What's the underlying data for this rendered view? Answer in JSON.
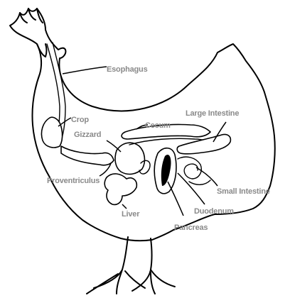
{
  "diagram": {
    "label_color": "#8a8a8a",
    "line_color": "#000000",
    "labels": {
      "esophagus": "Esophagus",
      "crop": "Crop",
      "gizzard": "Gizzard",
      "cecum": "Cecum",
      "large_intestine": "Large Intestine",
      "proventriculus": "Proventriculus",
      "small_intestine": "Small Intestine",
      "liver": "Liver",
      "duodenum": "Duodenum",
      "pancreas": "Pancreas"
    }
  }
}
